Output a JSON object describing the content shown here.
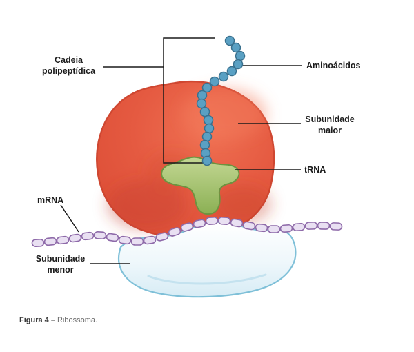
{
  "diagram": {
    "title": "Ribosome diagram",
    "labels": {
      "polypeptide_chain": "Cadeia polipeptídica",
      "amino_acids": "Aminoácidos",
      "major_subunit": "Subunidade maior",
      "trna": "tRNA",
      "mrna": "mRNA",
      "minor_subunit": "Subunidade menor"
    },
    "colors": {
      "major_subunit_fill": "#e55a41",
      "major_subunit_stroke": "#cf4731",
      "minor_subunit_fill": "#eaf6fb",
      "minor_subunit_stroke": "#7fc0d8",
      "trna_fill": "#a3c371",
      "trna_stroke": "#6d9340",
      "amino_acid_bead_fill": "#5aa0c3",
      "amino_acid_bead_stroke": "#39708e",
      "mrna_fill": "#e9e0f2",
      "mrna_stroke": "#8e6aa9",
      "leader_line": "#1a1a1a"
    }
  },
  "caption": {
    "prefix": "Figura 4 –",
    "text": "Ribossoma."
  }
}
